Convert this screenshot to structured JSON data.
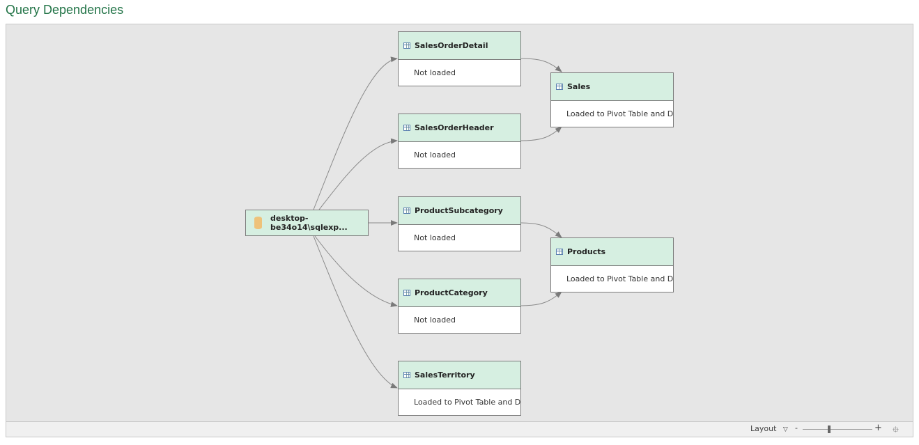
{
  "title": "Query Dependencies",
  "source": {
    "label": "desktop-be34o14\\sqlexp...",
    "icon": "database-icon"
  },
  "queries": [
    {
      "name": "SalesOrderDetail",
      "status": "Not loaded"
    },
    {
      "name": "SalesOrderHeader",
      "status": "Not loaded"
    },
    {
      "name": "ProductSubcategory",
      "status": "Not loaded"
    },
    {
      "name": "ProductCategory",
      "status": "Not loaded"
    },
    {
      "name": "SalesTerritory",
      "status": "Loaded to Pivot Table and Data..."
    },
    {
      "name": "Sales",
      "status": "Loaded to Pivot Table and Data..."
    },
    {
      "name": "Products",
      "status": "Loaded to Pivot Table and Data..."
    }
  ],
  "status_bar": {
    "layout_label": "Layout",
    "zoom_minus": "-",
    "zoom_plus": "+"
  },
  "colors": {
    "node_header": "#d6efe1",
    "title": "#217346",
    "canvas": "#e6e6e6"
  }
}
